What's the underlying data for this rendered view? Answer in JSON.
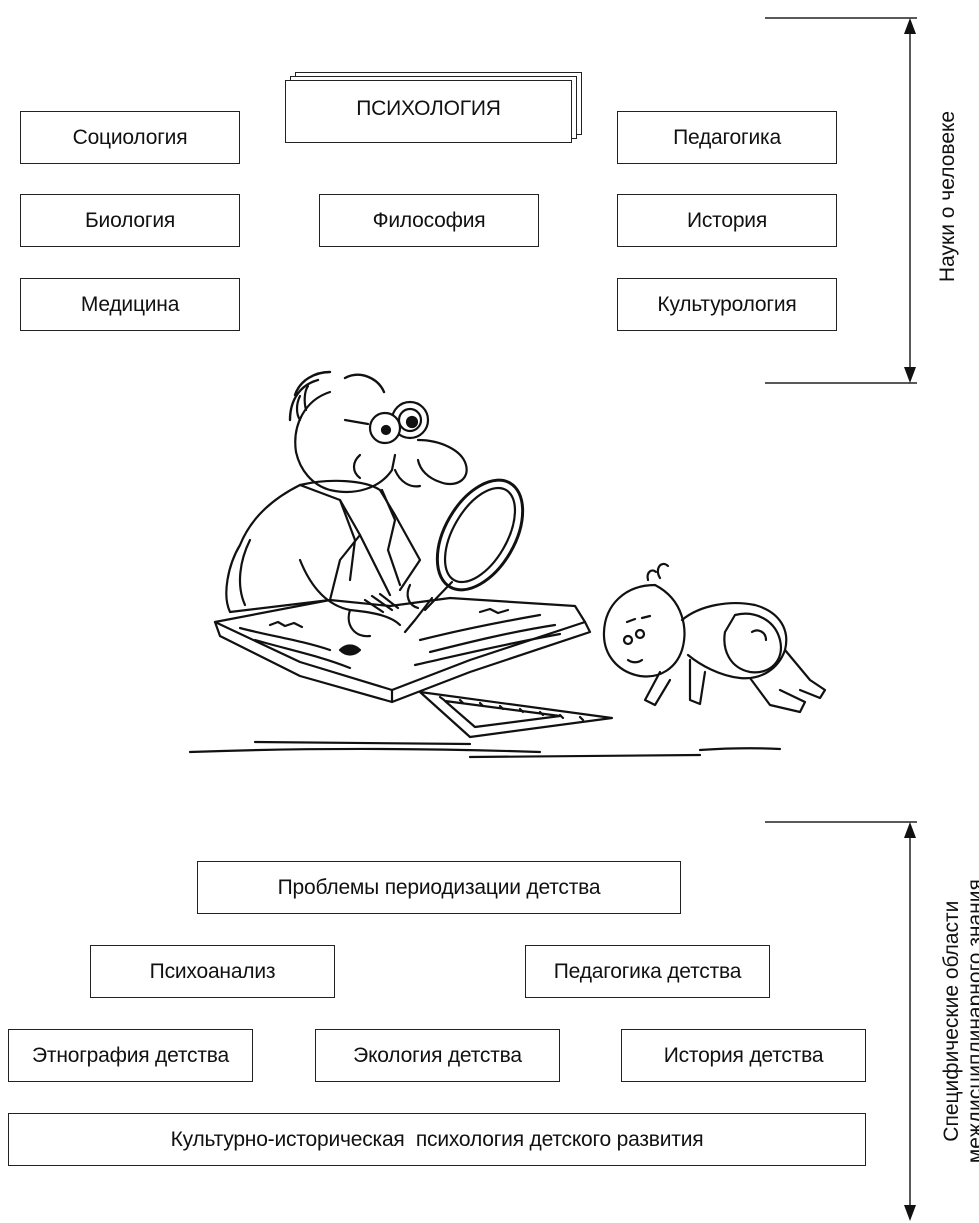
{
  "top": {
    "main": "ПСИХОЛОГИЯ",
    "left": [
      "Социология",
      "Биология",
      "Медицина"
    ],
    "center": "Философия",
    "right": [
      "Педагогика",
      "История",
      "Культурология"
    ],
    "side_label": "Науки о человеке"
  },
  "bottom": {
    "row1": "Проблемы периодизации детства",
    "row2": [
      "Психоанализ",
      "Педагогика детства"
    ],
    "row3": [
      "Этнография детства",
      "Экология детства",
      "История детства"
    ],
    "row4": "Культурно-историческая  психология детского развития",
    "side_label_line1": "Специфические области",
    "side_label_line2": "междисциплинарного знания"
  },
  "illustration": {
    "figures": [
      "scientist-with-magnifier",
      "crawling-baby",
      "open-book",
      "triangle-ruler"
    ]
  }
}
